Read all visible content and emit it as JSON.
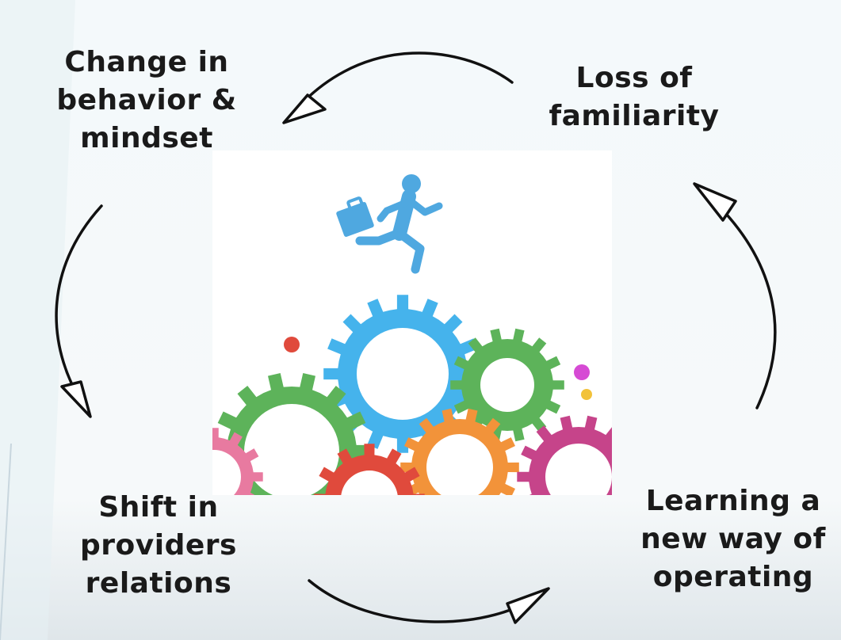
{
  "diagram": {
    "nodes": [
      {
        "id": "change",
        "lines": [
          "Change in",
          "behavior &",
          "mindset"
        ]
      },
      {
        "id": "loss",
        "lines": [
          "Loss of",
          "familiarity"
        ]
      },
      {
        "id": "learning",
        "lines": [
          "Learning a",
          "new way of",
          "operating"
        ]
      },
      {
        "id": "shift",
        "lines": [
          "Shift in",
          "providers",
          "relations"
        ]
      }
    ],
    "edges": [
      {
        "from": "loss",
        "to": "change"
      },
      {
        "from": "change",
        "to": "shift"
      },
      {
        "from": "shift",
        "to": "learning"
      },
      {
        "from": "learning",
        "to": "loss"
      }
    ]
  },
  "colors": {
    "text": "#1a1a1a",
    "gear_blue": "#45b3ec",
    "gear_green": "#5db35a",
    "gear_orange": "#f2933a",
    "gear_red": "#e04a3c",
    "gear_magenta": "#c6448a",
    "runner": "#4fa8e0"
  },
  "icons": [
    "running-person-icon",
    "briefcase-icon",
    "gear-icon"
  ]
}
